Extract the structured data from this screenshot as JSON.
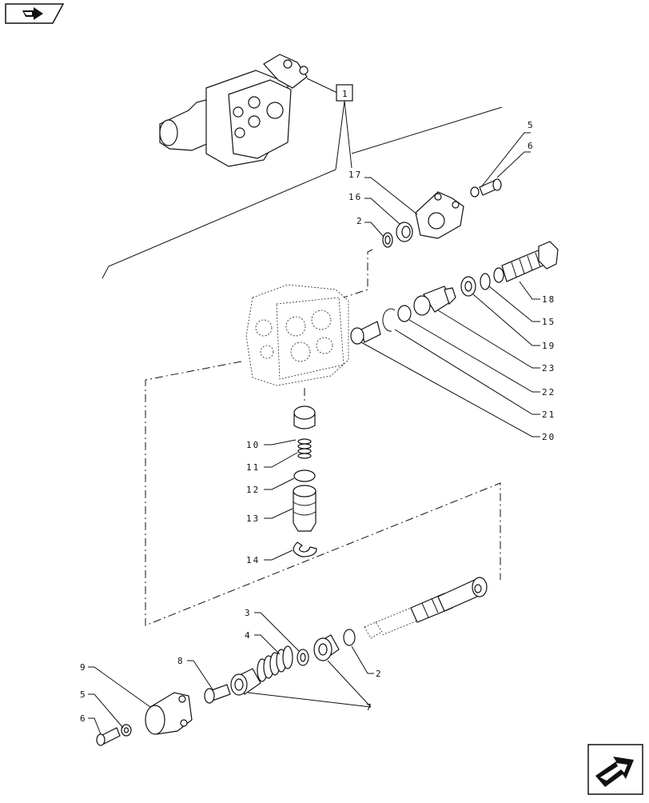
{
  "header_ref": "1",
  "callouts": [
    "5",
    "6",
    "17",
    "16",
    "2",
    "18",
    "15",
    "19",
    "23",
    "22",
    "21",
    "20",
    "10",
    "11",
    "12",
    "13",
    "14",
    "3",
    "4",
    "2",
    "8",
    "9",
    "5",
    "6",
    "7"
  ],
  "icons": {
    "top_left": "prev-page-arrow-icon",
    "bottom_right": "next-page-arrow-icon"
  }
}
